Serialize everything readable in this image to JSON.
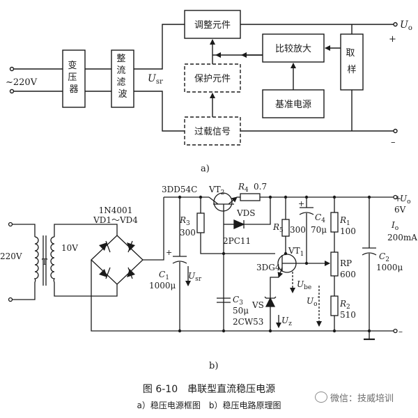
{
  "block_diagram": {
    "input_label": "~220V",
    "transformer_box": "变压器",
    "rectifier_box": "整流滤波",
    "adjust_box": "调整元件",
    "protect_box": "保护元件",
    "overload_box": "过载信号",
    "compare_box": "比较放大",
    "reference_box": "基准电源",
    "sample_box": "取样",
    "usr_label": "U",
    "usr_sub": "sr",
    "uo_label": "U",
    "uo_sub": "o",
    "plus": "+",
    "minus": "–",
    "part_label": "a)"
  },
  "circuit": {
    "input_label": "220V",
    "transformer_label": "T",
    "secondary_label": "10V",
    "diode_model": "1N4001",
    "diode_range": "VD1～VD4",
    "vt2_part": "3DD54C",
    "vt2_label": "VT",
    "vt2_sub": "2",
    "r4_label": "R",
    "r4_sub": "4",
    "r4_value": "0.7",
    "vds_label": "VDS",
    "vds_model": "2PC11",
    "r3_label": "R",
    "r3_sub": "3",
    "r3_value": "300",
    "c1_label": "C",
    "c1_sub": "1",
    "c1_value": "1000μ",
    "usr_label": "U",
    "usr_sub": "sr",
    "c3_label": "C",
    "c3_sub": "3",
    "c3_value": "50μ",
    "vs_label": "VS",
    "vs_model": "2CW53",
    "uz_label": "U",
    "uz_sub": "z",
    "vt1_part": "3DG4",
    "vt1_label": "VT",
    "vt1_sub": "1",
    "r5_label": "R",
    "r5_sub": "5",
    "r5_value": "300",
    "c4_label": "C",
    "c4_sub": "4",
    "c4_value": "70μ",
    "r1_label": "R",
    "r1_sub": "1",
    "r1_value": "100",
    "rp_label": "RP",
    "rp_value": "600",
    "r2_label": "R",
    "r2_sub": "2",
    "r2_value": "510",
    "ube_label": "U",
    "ube_sub": "be",
    "uo_prime_label": "U",
    "uo_prime_sub": "o",
    "uo_prime_mark": "′",
    "c2_label": "C",
    "c2_sub": "2",
    "c2_value": "1000μ",
    "out_plus": "+",
    "out_uo_label": "U",
    "out_uo_sub": "o",
    "out_voltage": "6V",
    "io_label": "I",
    "io_sub": "o",
    "io_value": "200mA",
    "out_minus": "–",
    "part_label": "b)"
  },
  "caption": {
    "title": "图 6-10　串联型直流稳压电源",
    "subtitle": "a）稳压电源框图　b）稳压电路原理图"
  },
  "watermark": {
    "text": "微信：技威培训"
  }
}
